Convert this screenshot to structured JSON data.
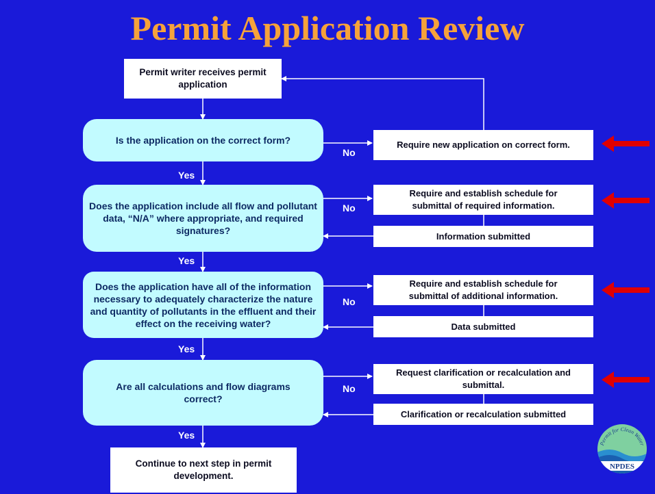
{
  "title": "Permit Application Review",
  "nodes": {
    "start": "Permit writer receives permit application",
    "q1": "Is the application on the correct form?",
    "q2": "Does the application include all flow and pollutant data, “N/A” where appropriate, and required signatures?",
    "q3": "Does the application have all of the information necessary to adequately characterize the nature and quantity of pollutants in the effluent and their effect on the receiving water?",
    "q4": "Are all calculations and flow diagrams correct?",
    "end": "Continue to next step in permit development.",
    "r1": "Require new application on correct form.",
    "r2": "Require and establish schedule for submittal of required information.",
    "r2b": "Information submitted",
    "r3": "Require and establish schedule for submittal of additional information.",
    "r3b": "Data submitted",
    "r4": "Request clarification or recalculation and submittal.",
    "r4b": "Clarification or recalculation submitted"
  },
  "labels": {
    "yes": "Yes",
    "no": "No"
  },
  "logo": {
    "arc_text": "Permit for Clean Water",
    "name": "NPDES"
  },
  "colors": {
    "background": "#1a1ad9",
    "title": "#f6a23a",
    "decision": "#c2fbff",
    "highlight_arrow": "#e00000"
  }
}
